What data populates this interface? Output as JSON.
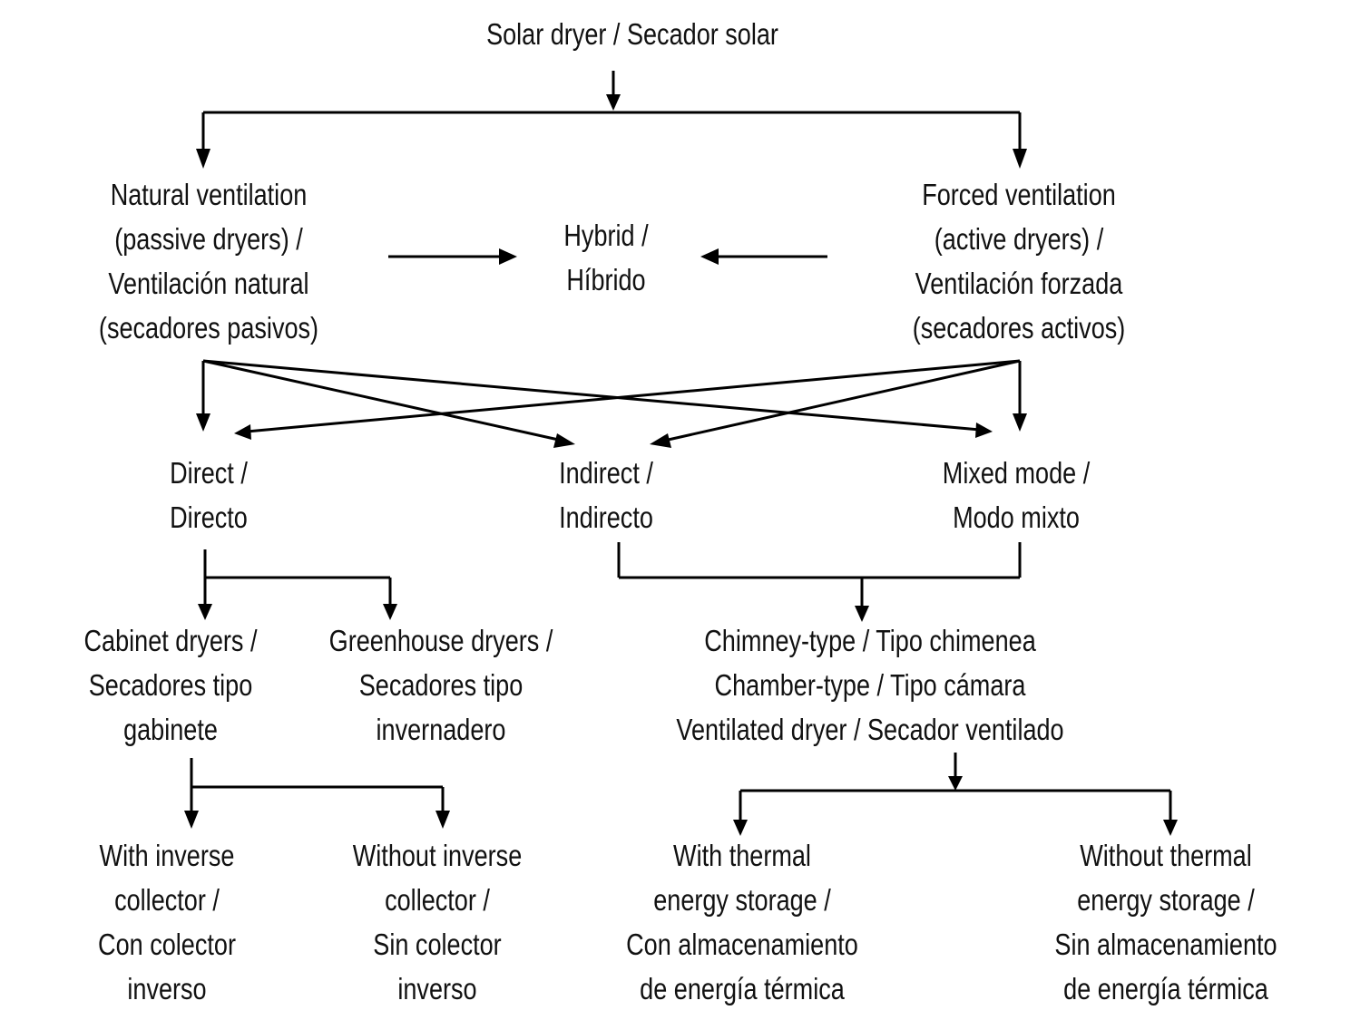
{
  "title": "Solar dryer / Secador solar",
  "nodes": {
    "root": {
      "lines": [
        "Solar dryer / Secador solar"
      ]
    },
    "natural": {
      "lines": [
        "Natural ventilation",
        "(passive dryers) /",
        "Ventilación natural",
        "(secadores pasivos)"
      ]
    },
    "hybrid": {
      "lines": [
        "Hybrid /",
        "Híbrido"
      ]
    },
    "forced": {
      "lines": [
        "Forced ventilation",
        "(active dryers) /",
        "Ventilación forzada",
        "(secadores activos)"
      ]
    },
    "direct": {
      "lines": [
        "Direct /",
        "Directo"
      ]
    },
    "indirect": {
      "lines": [
        "Indirect /",
        "Indirecto"
      ]
    },
    "mixed": {
      "lines": [
        "Mixed mode /",
        "Modo mixto"
      ]
    },
    "cabinet": {
      "lines": [
        "Cabinet dryers /",
        "Secadores tipo",
        "gabinete"
      ]
    },
    "greenhouse": {
      "lines": [
        "Greenhouse dryers /",
        "Secadores tipo",
        "invernadero"
      ]
    },
    "chimney": {
      "lines": [
        "Chimney-type / Tipo chimenea",
        "Chamber-type / Tipo cámara",
        "Ventilated dryer / Secador ventilado"
      ]
    },
    "with_inverse": {
      "lines": [
        "With inverse",
        "collector /",
        "Con colector",
        "inverso"
      ]
    },
    "without_inverse": {
      "lines": [
        "Without inverse",
        "collector /",
        "Sin colector",
        "inverso"
      ]
    },
    "with_thermal": {
      "lines": [
        "With thermal",
        "energy storage /",
        "Con almacenamiento",
        "de energía térmica"
      ]
    },
    "without_thermal": {
      "lines": [
        "Without thermal",
        "energy storage /",
        "Sin almacenamiento",
        "de energía térmica"
      ]
    }
  },
  "edges": [
    {
      "from": "root",
      "to": "natural"
    },
    {
      "from": "root",
      "to": "forced"
    },
    {
      "from": "natural",
      "to": "hybrid"
    },
    {
      "from": "forced",
      "to": "hybrid"
    },
    {
      "from": "natural",
      "to": "direct"
    },
    {
      "from": "natural",
      "to": "indirect"
    },
    {
      "from": "natural",
      "to": "mixed"
    },
    {
      "from": "forced",
      "to": "direct"
    },
    {
      "from": "forced",
      "to": "indirect"
    },
    {
      "from": "forced",
      "to": "mixed"
    },
    {
      "from": "direct",
      "to": "cabinet"
    },
    {
      "from": "direct",
      "to": "greenhouse"
    },
    {
      "from": "indirect",
      "to": "chimney"
    },
    {
      "from": "mixed",
      "to": "chimney"
    },
    {
      "from": "cabinet",
      "to": "with_inverse"
    },
    {
      "from": "cabinet",
      "to": "without_inverse"
    },
    {
      "from": "chimney",
      "to": "with_thermal"
    },
    {
      "from": "chimney",
      "to": "without_thermal"
    }
  ]
}
